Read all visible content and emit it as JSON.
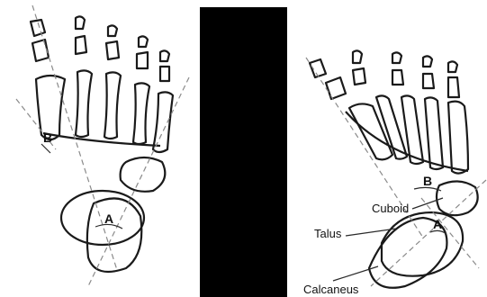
{
  "colors": {
    "ink": "#1a1a1a",
    "guide": "#8a8a8a",
    "divider": "#000000",
    "background": "#ffffff"
  },
  "left_panel": {
    "label_b": "B",
    "label_a": "A"
  },
  "right_panel": {
    "label_b": "B",
    "label_a": "A",
    "cuboid": "Cuboid",
    "talus": "Talus",
    "calcaneus": "Calcaneus"
  }
}
